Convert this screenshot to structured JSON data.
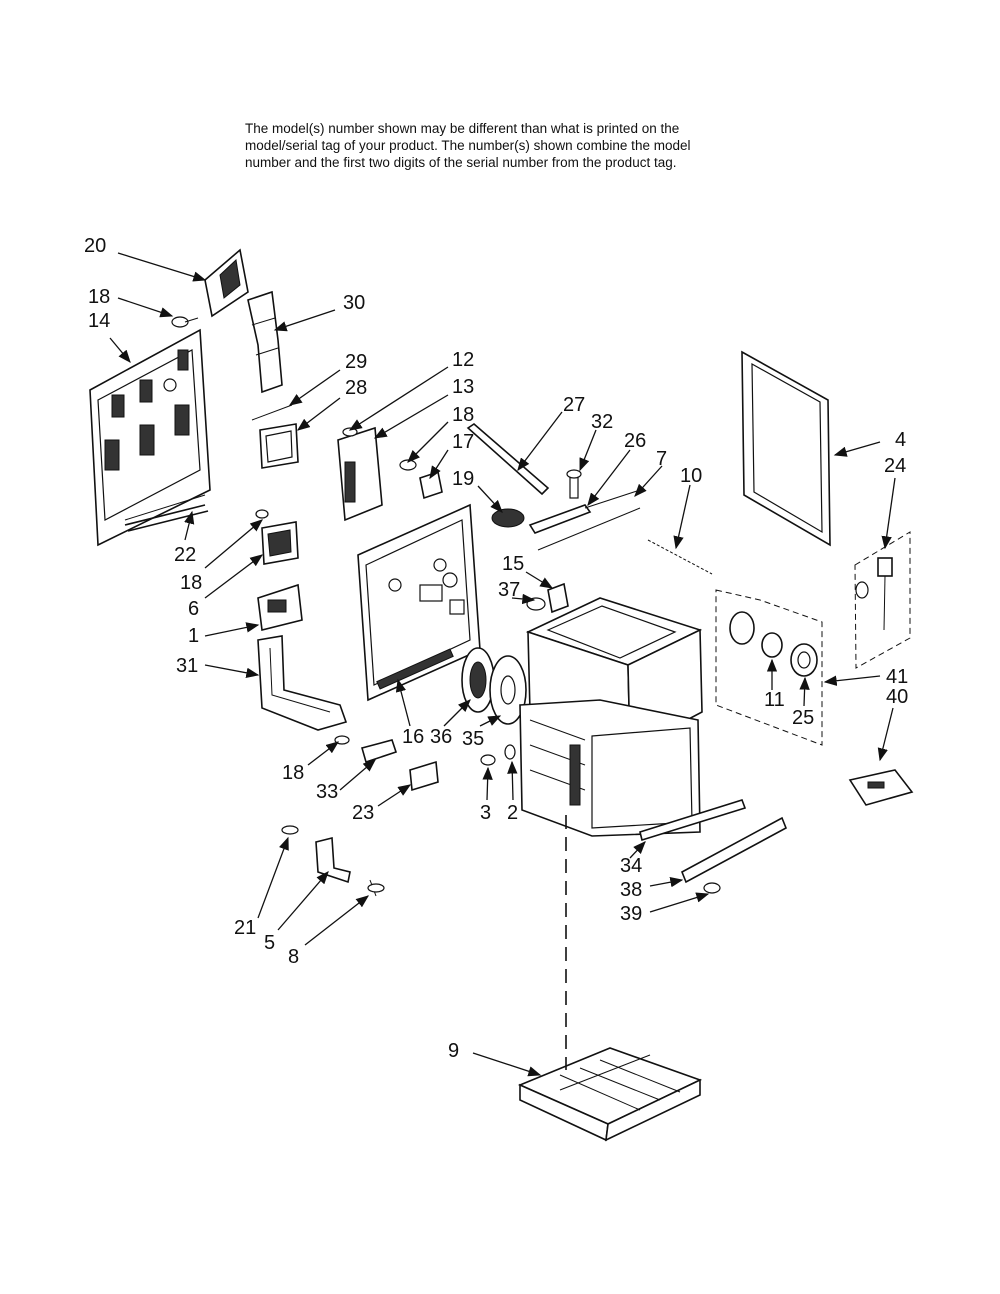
{
  "note_lines": [
    "The model(s) number shown may be different than what is printed on the",
    "model/serial tag of your product. The number(s) shown combine the model",
    "number and the first two digits of the serial number from the product tag."
  ],
  "callouts": {
    "c20": "20",
    "c18a": "18",
    "c14": "14",
    "c30": "30",
    "c29": "29",
    "c28": "28",
    "c22": "22",
    "c18b": "18",
    "c6": "6",
    "c1": "1",
    "c31": "31",
    "c12": "12",
    "c13": "13",
    "c18c": "18",
    "c17": "17",
    "c19": "19",
    "c27": "27",
    "c32": "32",
    "c26": "26",
    "c7": "7",
    "c10": "10",
    "c15": "15",
    "c37": "37",
    "c16": "16",
    "c36": "36",
    "c35": "35",
    "c18d": "18",
    "c33": "33",
    "c23": "23",
    "c3": "3",
    "c2": "2",
    "c21": "21",
    "c5": "5",
    "c8": "8",
    "c4": "4",
    "c24": "24",
    "c41": "41",
    "c40": "40",
    "c11": "11",
    "c25": "25",
    "c34": "34",
    "c38": "38",
    "c39": "39",
    "c9": "9"
  }
}
